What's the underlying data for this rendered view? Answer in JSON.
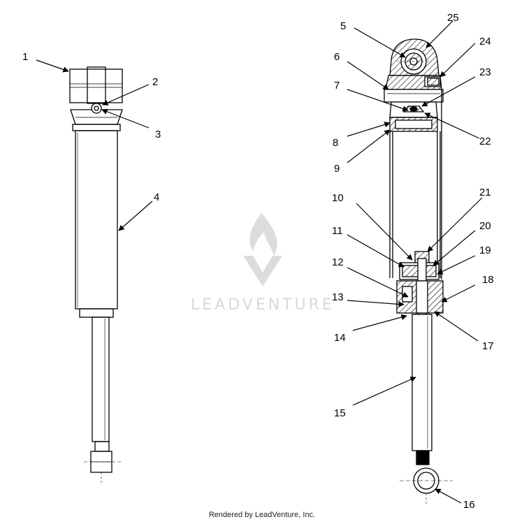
{
  "watermark": {
    "text": "LEADVENTURE"
  },
  "footer": {
    "text": "Rendered by LeadVenture, Inc."
  },
  "callouts": {
    "c1": "1",
    "c2": "2",
    "c3": "3",
    "c4": "4",
    "c5": "5",
    "c6": "6",
    "c7": "7",
    "c8": "8",
    "c9": "9",
    "c10": "10",
    "c11": "11",
    "c12": "12",
    "c13": "13",
    "c14": "14",
    "c15": "15",
    "c16": "16",
    "c17": "17",
    "c18": "18",
    "c19": "19",
    "c20": "20",
    "c21": "21",
    "c22": "22",
    "c23": "23",
    "c24": "24",
    "c25": "25"
  }
}
